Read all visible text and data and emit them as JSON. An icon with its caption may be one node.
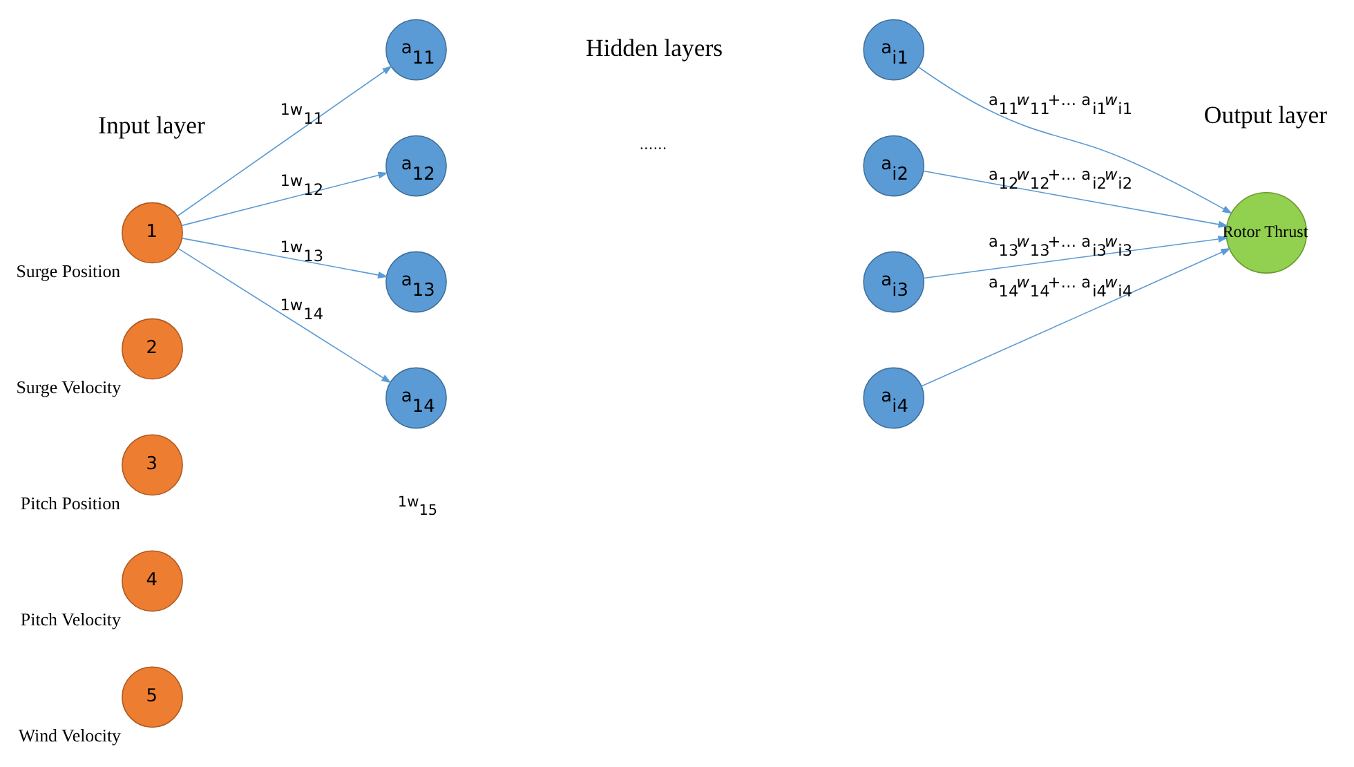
{
  "diagram": {
    "nodes": [
      {
        "text": [
          "1"
        ],
        "beside": [
          "Surge Position"
        ]
      },
      {
        "text": [
          "2"
        ],
        "beside": [
          "Surge Velocity"
        ]
      },
      {
        "text": [
          "3"
        ],
        "beside": [
          "Pitch Position"
        ]
      },
      {
        "text": [
          "4"
        ],
        "beside": [
          "Pitch Velocity"
        ]
      },
      {
        "text": [
          "5"
        ],
        "beside": [
          "Wind Velocity"
        ]
      },
      {
        "text": [
          "a$_{11}$"
        ]
      },
      {
        "text": [
          "a$_{12}$"
        ]
      },
      {
        "text": [
          "a$_{13}$"
        ]
      },
      {
        "text": [
          "a$_{14}$"
        ]
      },
      {
        "text": [
          "a$_{i1}$"
        ]
      },
      {
        "text": [
          "a$_{i2}$"
        ]
      },
      {
        "text": [
          "a$_{i3}$"
        ]
      },
      {
        "text": [
          "a$_{i4}$"
        ]
      },
      {
        "text": [
          "Rotor Thrust"
        ]
      }
    ],
    "edges": [
      {
        "from": 0,
        "to": 5,
        "arrow": "to",
        "label": "1w$_{11}$"
      },
      {
        "from": 0,
        "to": 6,
        "arrow": "to",
        "label": "1w$_{12}$"
      },
      {
        "from": 0,
        "to": 7,
        "arrow": "to",
        "label": "1w$_{13}$"
      },
      {
        "from": 0,
        "to": 8,
        "arrow": "to",
        "label": "1w$_{14}$"
      },
      {
        "from": 9,
        "to": 13,
        "arrow": "to",
        "label": "a$_{11}$*w*$_{11}$+… a$_{i1}$*w*$_{i1}$"
      },
      {
        "from": 10,
        "to": 13,
        "arrow": "to",
        "label": "a$_{12}$*w*$_{12}$+… a$_{i2}$*w*$_{i2}$"
      },
      {
        "from": 11,
        "to": 13,
        "arrow": "to",
        "label": "a$_{13}$*w*$_{13}$+… a$_{i3}$*w*$_{i3}$"
      },
      {
        "from": 12,
        "to": 13,
        "arrow": "to",
        "label": "a$_{14}$*w*$_{14}$+… a$_{i4}$*w*$_{i4}$"
      }
    ],
    "labels": [
      "Input layer",
      "Hidden layers",
      "Output layer",
      "1w$_{15}$",
      "......"
    ]
  }
}
